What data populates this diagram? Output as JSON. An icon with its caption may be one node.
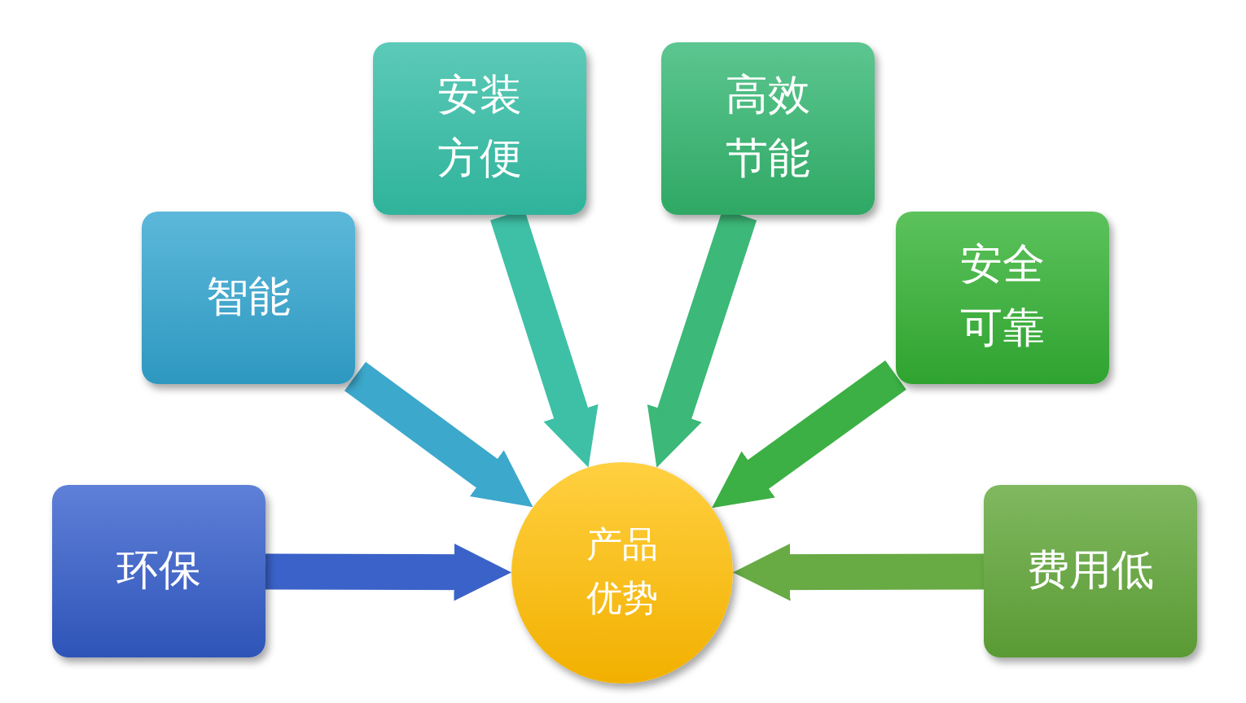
{
  "diagram": {
    "nodes": [
      {
        "text": [
          "安装方便"
        ]
      },
      {
        "text": [
          "高效节能"
        ]
      },
      {
        "text": [
          "智能"
        ]
      },
      {
        "text": [
          "安全可靠"
        ]
      },
      {
        "text": [
          "环保"
        ]
      },
      {
        "text": [
          "产品优势"
        ]
      },
      {
        "text": [
          "费用低"
        ]
      }
    ],
    "edges": [
      {
        "from": 0,
        "to": 5,
        "arrow": "to",
        "color": "#3ec0a6"
      },
      {
        "from": 1,
        "to": 5,
        "arrow": "to",
        "color": "#3cb878"
      },
      {
        "from": 2,
        "to": 5,
        "arrow": "to",
        "color": "#3ca8cc"
      },
      {
        "from": 3,
        "to": 5,
        "arrow": "to",
        "color": "#3cb044"
      },
      {
        "from": 4,
        "to": 5,
        "arrow": "to",
        "color": "#3a62c8"
      },
      {
        "from": 6,
        "to": 5,
        "arrow": "to",
        "color": "#68aa44"
      }
    ]
  }
}
